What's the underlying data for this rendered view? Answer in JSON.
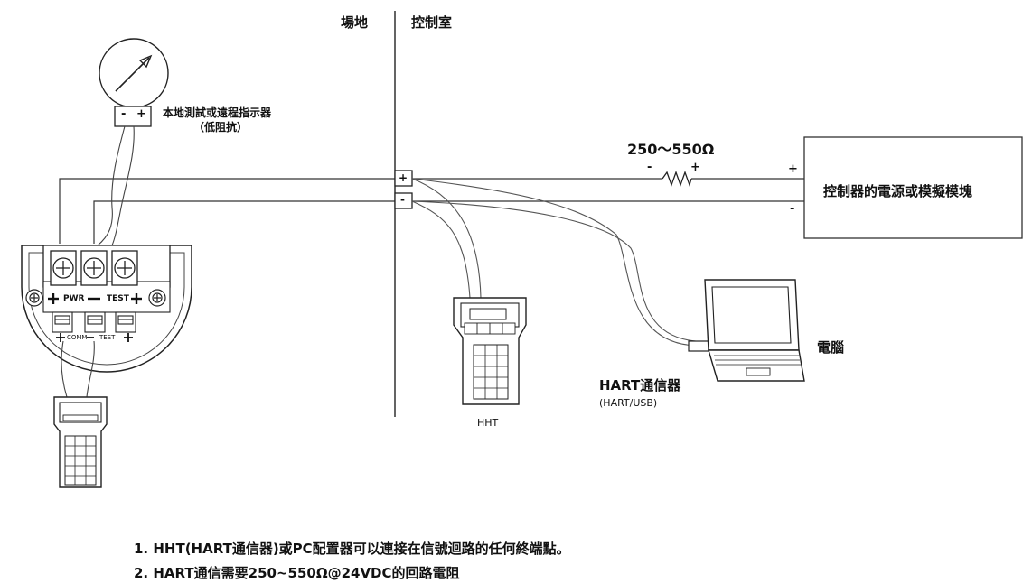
{
  "zones": {
    "field": "場地",
    "control_room": "控制室"
  },
  "indicator": {
    "label": "本地測試或遠程指示器",
    "sublabel": "（低阻抗）",
    "terminal_minus": "-",
    "terminal_plus": "+"
  },
  "transmitter": {
    "pwr_label": "PWR",
    "test_label": "TEST",
    "comm_label": "COMM",
    "test2_label": "TEST"
  },
  "junction": {
    "plus": "+",
    "minus": "-"
  },
  "resistor": {
    "value": "250～550Ω",
    "minus": "-",
    "plus": "+"
  },
  "controller": {
    "label": "控制器的電源或模擬模塊",
    "plus": "+",
    "minus": "-"
  },
  "hht": {
    "label": "HHT"
  },
  "modem": {
    "label": "HART通信器",
    "sublabel": "(HART/USB)"
  },
  "computer": {
    "label": "電腦"
  },
  "notes": [
    "1. HHT(HART通信器)或PC配置器可以連接在信號迴路的任何終端點。",
    "2. HART通信需要250~550Ω@24VDC的回路電阻"
  ]
}
